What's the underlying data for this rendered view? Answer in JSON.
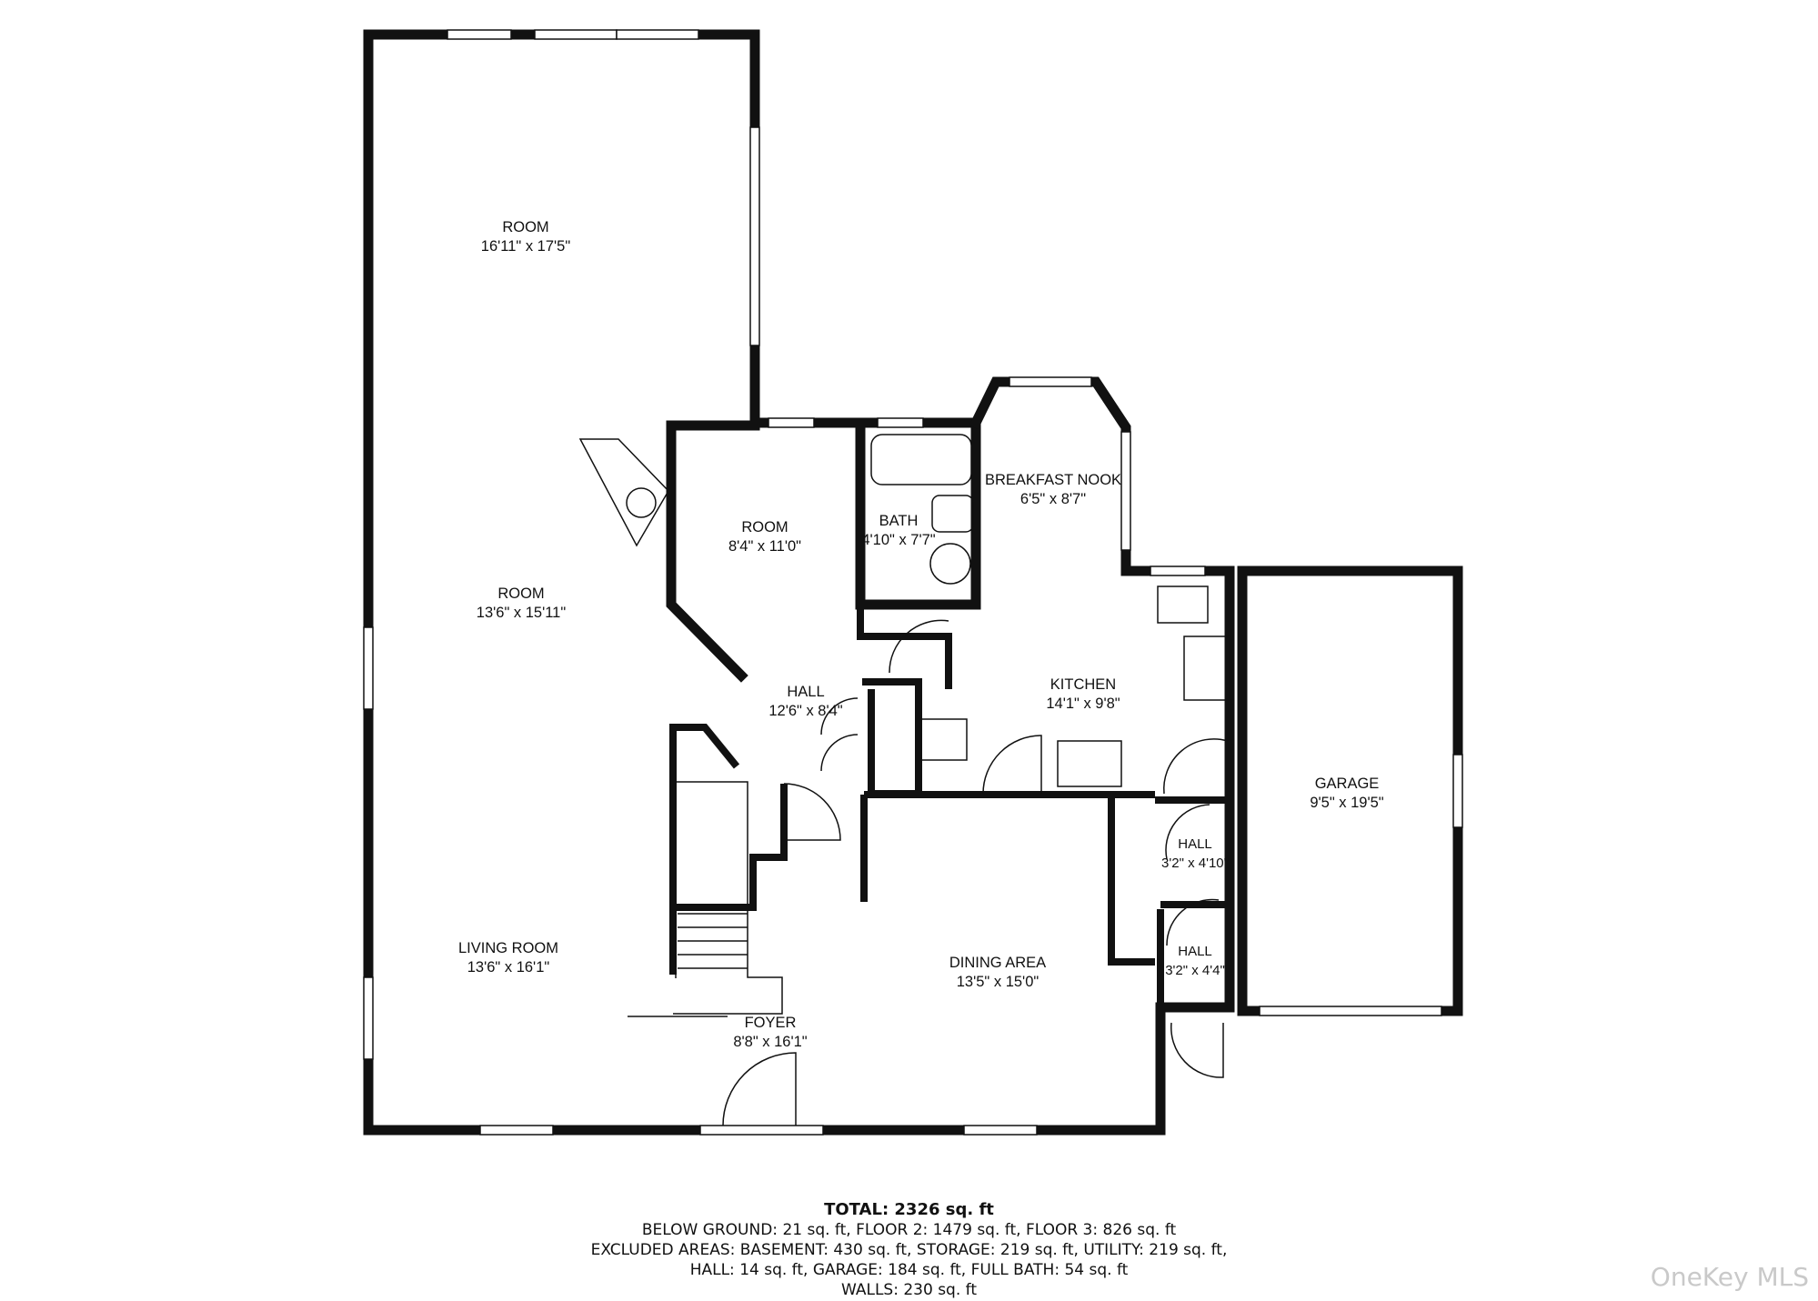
{
  "rooms": [
    {
      "name": "ROOM",
      "size": "16'11\" x 17'5\""
    },
    {
      "name": "ROOM",
      "size": "8'4\" x 11'0\""
    },
    {
      "name": "BATH",
      "size": "4'10\" x 7'7\""
    },
    {
      "name": "BREAKFAST NOOK",
      "size": "6'5\" x 8'7\""
    },
    {
      "name": "ROOM",
      "size": "13'6\" x 15'11\""
    },
    {
      "name": "HALL",
      "size": "12'6\" x 8'4\""
    },
    {
      "name": "KITCHEN",
      "size": "14'1\" x 9'8\""
    },
    {
      "name": "GARAGE",
      "size": "9'5\" x 19'5\""
    },
    {
      "name": "HALL",
      "size": "3'2\" x 4'10\""
    },
    {
      "name": "LIVING ROOM",
      "size": "13'6\" x 16'1\""
    },
    {
      "name": "DINING AREA",
      "size": "13'5\" x 15'0\""
    },
    {
      "name": "HALL",
      "size": "3'2\" x 4'4\""
    },
    {
      "name": "FOYER",
      "size": "8'8\" x 16'1\""
    }
  ],
  "summary": {
    "total_label": "TOTAL: 2326 sq. ft",
    "line1": "BELOW GROUND: 21 sq. ft, FLOOR 2: 1479 sq. ft, FLOOR 3: 826 sq. ft",
    "line2": "EXCLUDED AREAS: BASEMENT: 430 sq. ft, STORAGE: 219 sq. ft, UTILITY: 219 sq. ft,",
    "line3": "HALL: 14 sq. ft, GARAGE: 184 sq. ft, FULL BATH: 54 sq. ft",
    "line4": "WALLS: 230 sq. ft"
  },
  "watermark": "OneKey MLS"
}
